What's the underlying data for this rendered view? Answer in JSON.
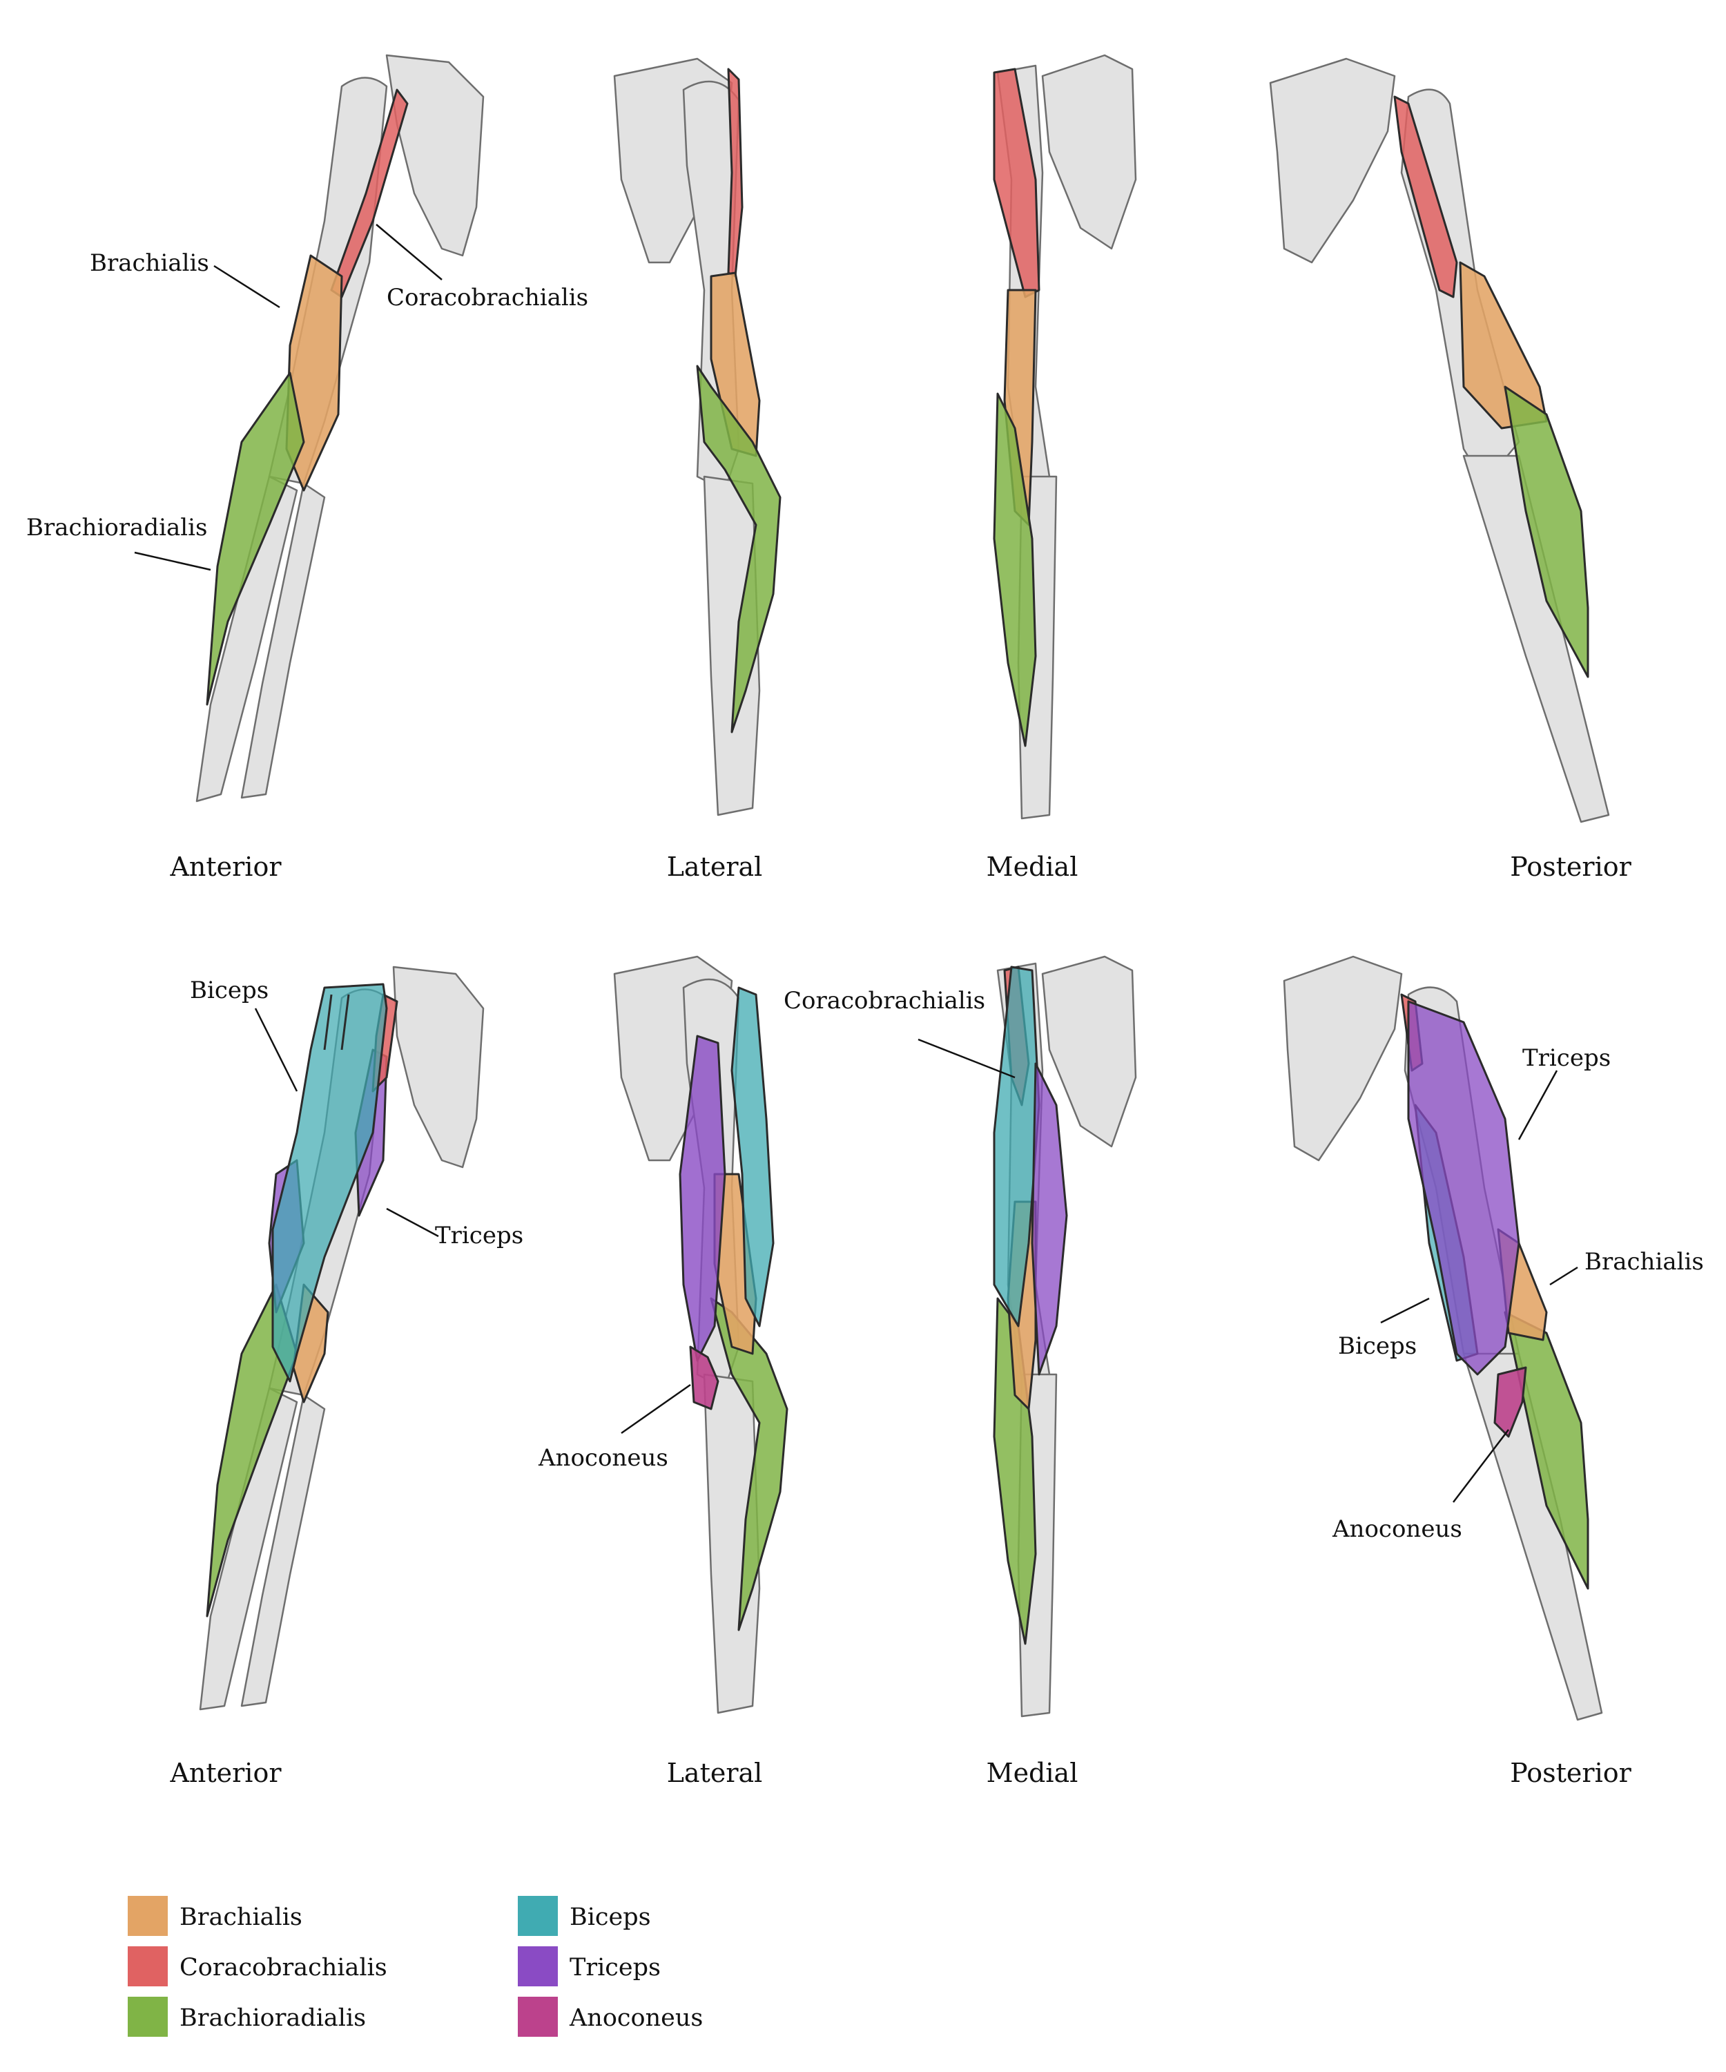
{
  "views": {
    "row1": {
      "anterior": "Anterior",
      "lateral": "Lateral",
      "medial": "Medial",
      "posterior": "Posterior"
    },
    "row2": {
      "anterior": "Anterior",
      "lateral": "Lateral",
      "medial": "Medial",
      "posterior": "Posterior"
    }
  },
  "callouts": {
    "row1": {
      "brachialis": "Brachialis",
      "coracobrachialis": "Coracobrachialis",
      "brachioradialis": "Brachioradialis"
    },
    "row2": {
      "biceps_anterior": "Biceps",
      "triceps_anterior": "Triceps",
      "anoconeus_lateral": "Anoconeus",
      "coracobrachialis_medial": "Coracobrachialis",
      "triceps_posterior": "Triceps",
      "brachialis_posterior": "Brachialis",
      "biceps_posterior": "Biceps",
      "anoconeus_posterior": "Anoconeus"
    }
  },
  "legend": [
    {
      "label": "Brachialis",
      "color": "#e3a465"
    },
    {
      "label": "Coracobrachialis",
      "color": "#e06262"
    },
    {
      "label": "Brachioradialis",
      "color": "#80b446"
    },
    {
      "label": "Biceps",
      "color": "#40abb2"
    },
    {
      "label": "Triceps",
      "color": "#8a4bc4"
    },
    {
      "label": "Anoconeus",
      "color": "#bc428c"
    }
  ]
}
